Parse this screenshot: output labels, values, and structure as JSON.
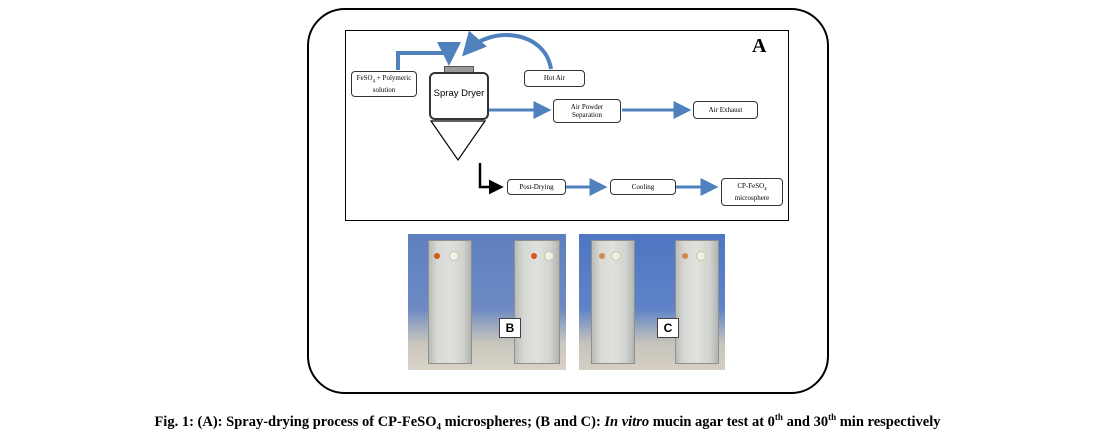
{
  "figure": {
    "panel_a_label": "A",
    "boxes": {
      "feed_line1": "FeSO",
      "feed_sub": "4",
      "feed_line1_tail": " + Polymeric",
      "feed_line2": "solution",
      "spray_dryer": "Spray Dryer",
      "hot_air": "Hot Air",
      "separation_line1": "Air Powder",
      "separation_line2": "Separation",
      "air_exhaust": "Air Exhaust",
      "post_drying": "Post-Drying",
      "cooling": "Cooling",
      "product_line1": "CP-FeSO",
      "product_sub": "4",
      "product_line2": "microsphere"
    },
    "photos": {
      "b_label": "B",
      "c_label": "C"
    },
    "colors": {
      "arrow_blue": "#4f81bd",
      "arrow_black": "#000000"
    }
  },
  "caption": {
    "p1": "Fig. 1: (A): Spray-drying process of CP-FeSO",
    "sub": "4",
    "p2": " microspheres;  (B and C): ",
    "italic": "In vitro",
    "p3": " mucin agar test at 0",
    "sup1": "th",
    "p4": " and 30",
    "sup2": "th",
    "p5": " min respectively"
  }
}
